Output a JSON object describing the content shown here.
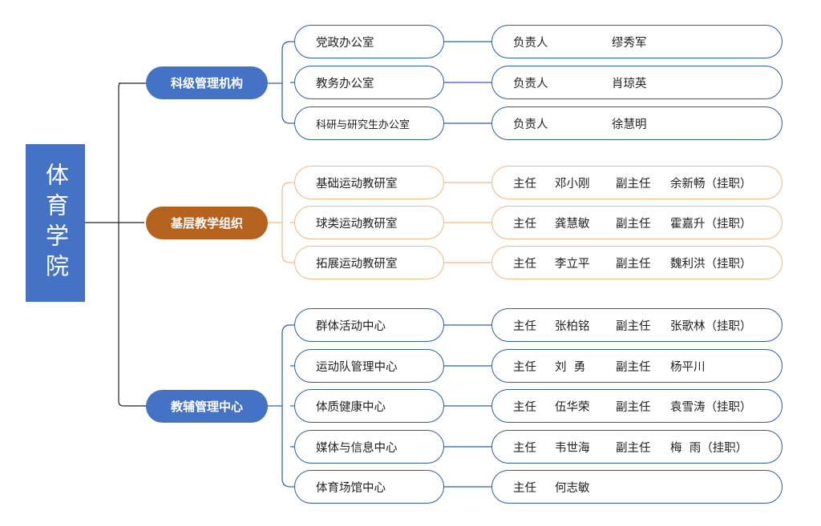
{
  "college": "体育学院",
  "colors": {
    "blue": "#4472c4",
    "brown": "#b4621e",
    "orange_border": "#f0b987",
    "blue_border": "#2e5fa3"
  },
  "groups": [
    {
      "name": "科级管理机构",
      "color": "blue",
      "units": [
        {
          "name": "党政办公室",
          "roles": [
            {
              "title": "负责人",
              "person": "缪秀军"
            }
          ]
        },
        {
          "name": "教务办公室",
          "roles": [
            {
              "title": "负责人",
              "person": "肖琼英"
            }
          ]
        },
        {
          "name": "科研与研究生办公室",
          "roles": [
            {
              "title": "负责人",
              "person": "徐慧明"
            }
          ]
        }
      ]
    },
    {
      "name": "基层教学组织",
      "color": "brown",
      "units": [
        {
          "name": "基础运动教研室",
          "roles": [
            {
              "title": "主任",
              "person": "邓小刚"
            },
            {
              "title": "副主任",
              "person": "余新畅（挂职）"
            }
          ]
        },
        {
          "name": "球类运动教研室",
          "roles": [
            {
              "title": "主任",
              "person": "龚慧敏"
            },
            {
              "title": "副主任",
              "person": "霍嘉升（挂职）"
            }
          ]
        },
        {
          "name": "拓展运动教研室",
          "roles": [
            {
              "title": "主任",
              "person": "李立平"
            },
            {
              "title": "副主任",
              "person": "魏利洪（挂职）"
            }
          ]
        }
      ]
    },
    {
      "name": "教辅管理中心",
      "color": "blue",
      "units": [
        {
          "name": "群体活动中心",
          "roles": [
            {
              "title": "主任",
              "person": "张柏铭"
            },
            {
              "title": "副主任",
              "person": "张歌林（挂职）"
            }
          ]
        },
        {
          "name": "运动队管理中心",
          "roles": [
            {
              "title": "主任",
              "person": "刘  勇"
            },
            {
              "title": "副主任",
              "person": "杨平川"
            }
          ]
        },
        {
          "name": "体质健康中心",
          "roles": [
            {
              "title": "主任",
              "person": "伍华荣"
            },
            {
              "title": "副主任",
              "person": "袁雪涛（挂职）"
            }
          ]
        },
        {
          "name": "媒体与信息中心",
          "roles": [
            {
              "title": "主任",
              "person": "韦世海"
            },
            {
              "title": "副主任",
              "person": "梅  雨（挂职）"
            }
          ]
        },
        {
          "name": "体育场馆中心",
          "roles": [
            {
              "title": "主任",
              "person": "何志敏"
            }
          ]
        }
      ]
    }
  ]
}
